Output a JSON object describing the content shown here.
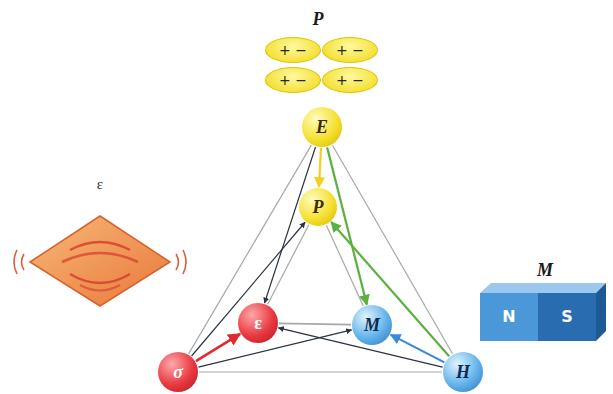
{
  "diagram": {
    "nodes": [
      {
        "text": [
          "+ −"
        ]
      },
      {
        "text": [
          "+ −"
        ]
      },
      {
        "text": [
          "+ −"
        ]
      },
      {
        "text": [
          "+ −"
        ]
      },
      {
        "text": [
          "E"
        ]
      },
      {
        "text": [
          "P"
        ]
      },
      {
        "text": [
          "ε"
        ]
      },
      {
        "text": [
          "M"
        ]
      },
      {
        "text": [
          "σ"
        ]
      },
      {
        "text": [
          "H"
        ]
      },
      {
        "text": [
          "N"
        ]
      },
      {
        "text": [
          "S"
        ]
      }
    ],
    "edges": [
      {
        "from": 4,
        "to": 5,
        "arrow": "to"
      },
      {
        "from": 4,
        "to": 7,
        "arrow": "to"
      },
      {
        "from": 9,
        "to": 5,
        "arrow": "to"
      },
      {
        "from": 9,
        "to": 7,
        "arrow": "to"
      },
      {
        "from": 8,
        "to": 6,
        "arrow": "to"
      },
      {
        "from": 4,
        "to": 6,
        "arrow": "to"
      },
      {
        "from": 8,
        "to": 5,
        "arrow": "to"
      },
      {
        "from": 9,
        "to": 6,
        "arrow": "to"
      },
      {
        "from": 8,
        "to": 7,
        "arrow": "to"
      },
      {
        "from": 4,
        "to": 8,
        "arrow": "none"
      },
      {
        "from": 4,
        "to": 9,
        "arrow": "none"
      },
      {
        "from": 8,
        "to": 9,
        "arrow": "none"
      },
      {
        "from": 5,
        "to": 6,
        "arrow": "none"
      },
      {
        "from": 5,
        "to": 7,
        "arrow": "none"
      },
      {
        "from": 6,
        "to": 7,
        "arrow": "none"
      }
    ],
    "labels": [
      "P",
      "ε",
      "M"
    ]
  }
}
